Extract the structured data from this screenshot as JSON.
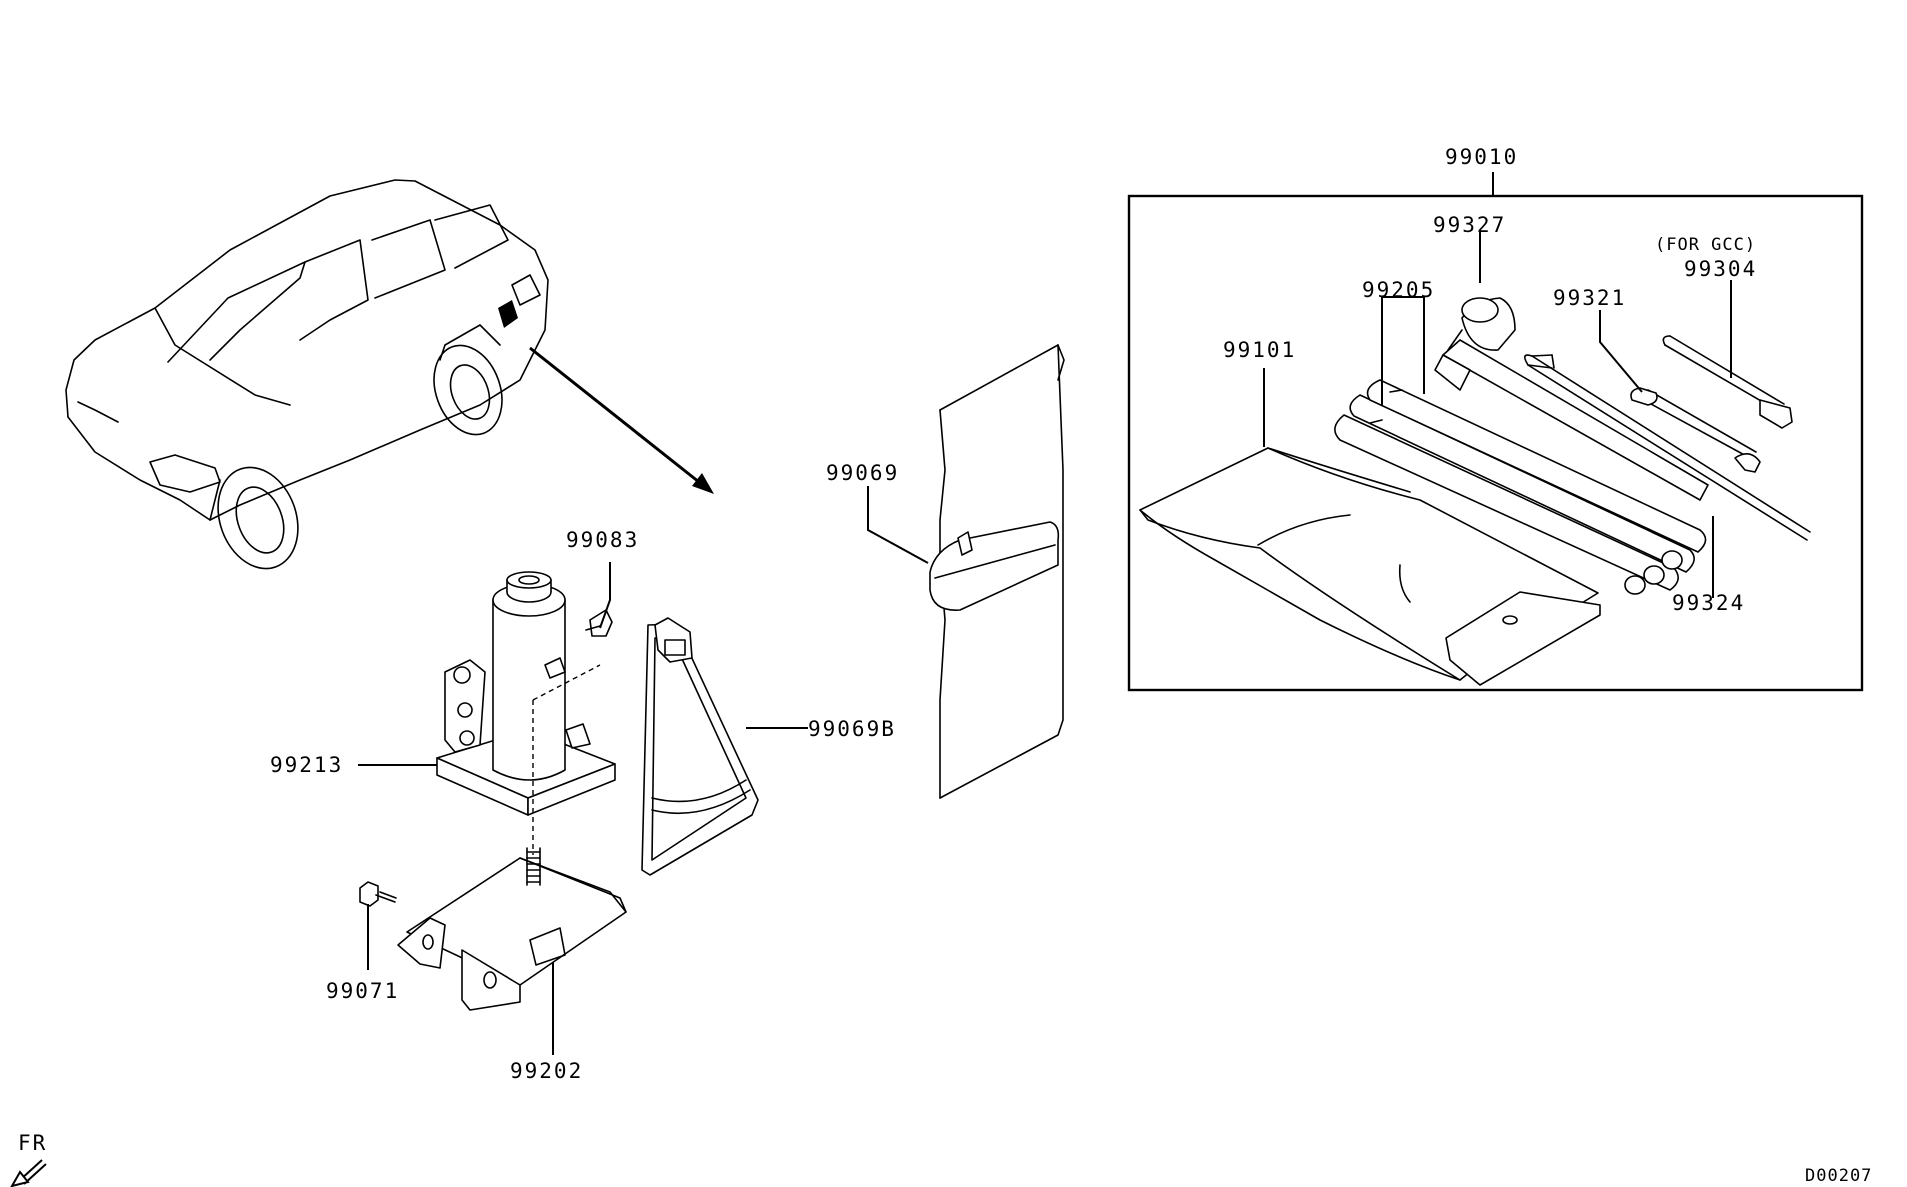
{
  "labels": {
    "p99010": "99010",
    "p99327": "99327",
    "p99205": "99205",
    "p99321": "99321",
    "p99304": "99304",
    "for_gcc": "(FOR GCC)",
    "p99101": "99101",
    "p99324": "99324",
    "p99069": "99069",
    "p99069b": "99069B",
    "p99083": "99083",
    "p99213": "99213",
    "p99071": "99071",
    "p99202": "99202"
  },
  "direction_label": "FR",
  "diagram_code": "D00207",
  "colors": {
    "line": "#000000",
    "background": "#ffffff"
  }
}
